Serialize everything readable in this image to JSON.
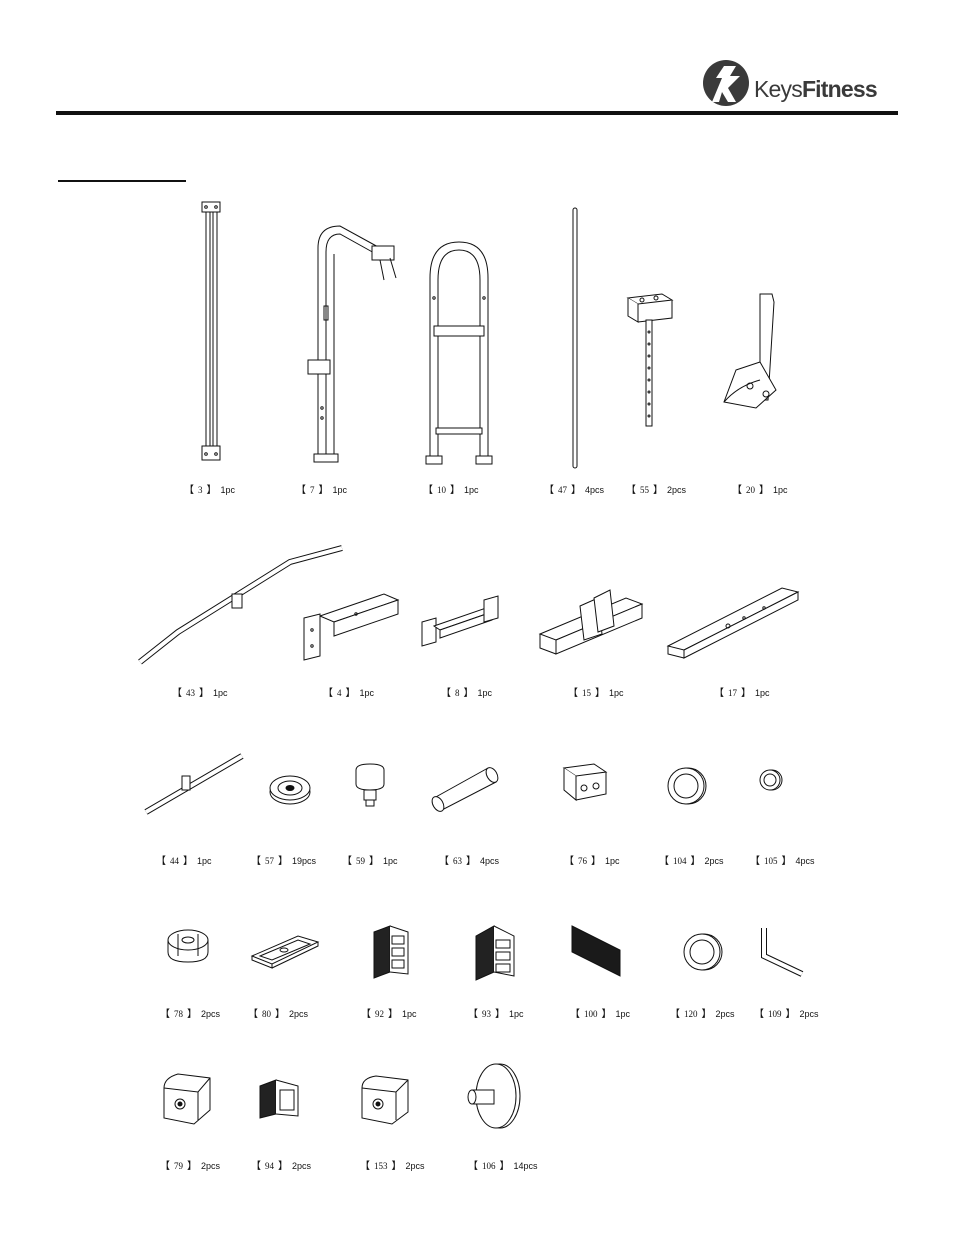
{
  "brand": {
    "name_light": "Keys",
    "name_bold": "Fitness"
  },
  "parts": [
    {
      "num": "3",
      "qty": "1pc"
    },
    {
      "num": "7",
      "qty": "1pc"
    },
    {
      "num": "10",
      "qty": "1pc"
    },
    {
      "num": "47",
      "qty": "4pcs"
    },
    {
      "num": "55",
      "qty": "2pcs"
    },
    {
      "num": "20",
      "qty": "1pc"
    },
    {
      "num": "43",
      "qty": "1pc"
    },
    {
      "num": "4",
      "qty": "1pc"
    },
    {
      "num": "8",
      "qty": "1pc"
    },
    {
      "num": "15",
      "qty": "1pc"
    },
    {
      "num": "17",
      "qty": "1pc"
    },
    {
      "num": "44",
      "qty": "1pc"
    },
    {
      "num": "57",
      "qty": "19pcs"
    },
    {
      "num": "59",
      "qty": "1pc"
    },
    {
      "num": "63",
      "qty": "4pcs"
    },
    {
      "num": "76",
      "qty": "1pc"
    },
    {
      "num": "104",
      "qty": "2pcs"
    },
    {
      "num": "105",
      "qty": "4pcs"
    },
    {
      "num": "78",
      "qty": "2pcs"
    },
    {
      "num": "80",
      "qty": "2pcs"
    },
    {
      "num": "92",
      "qty": "1pc"
    },
    {
      "num": "93",
      "qty": "1pc"
    },
    {
      "num": "100",
      "qty": "1pc"
    },
    {
      "num": "120",
      "qty": "2pcs"
    },
    {
      "num": "109",
      "qty": "2pcs"
    },
    {
      "num": "79",
      "qty": "2pcs"
    },
    {
      "num": "94",
      "qty": "2pcs"
    },
    {
      "num": "153",
      "qty": "2pcs"
    },
    {
      "num": "106",
      "qty": "14pcs"
    }
  ]
}
